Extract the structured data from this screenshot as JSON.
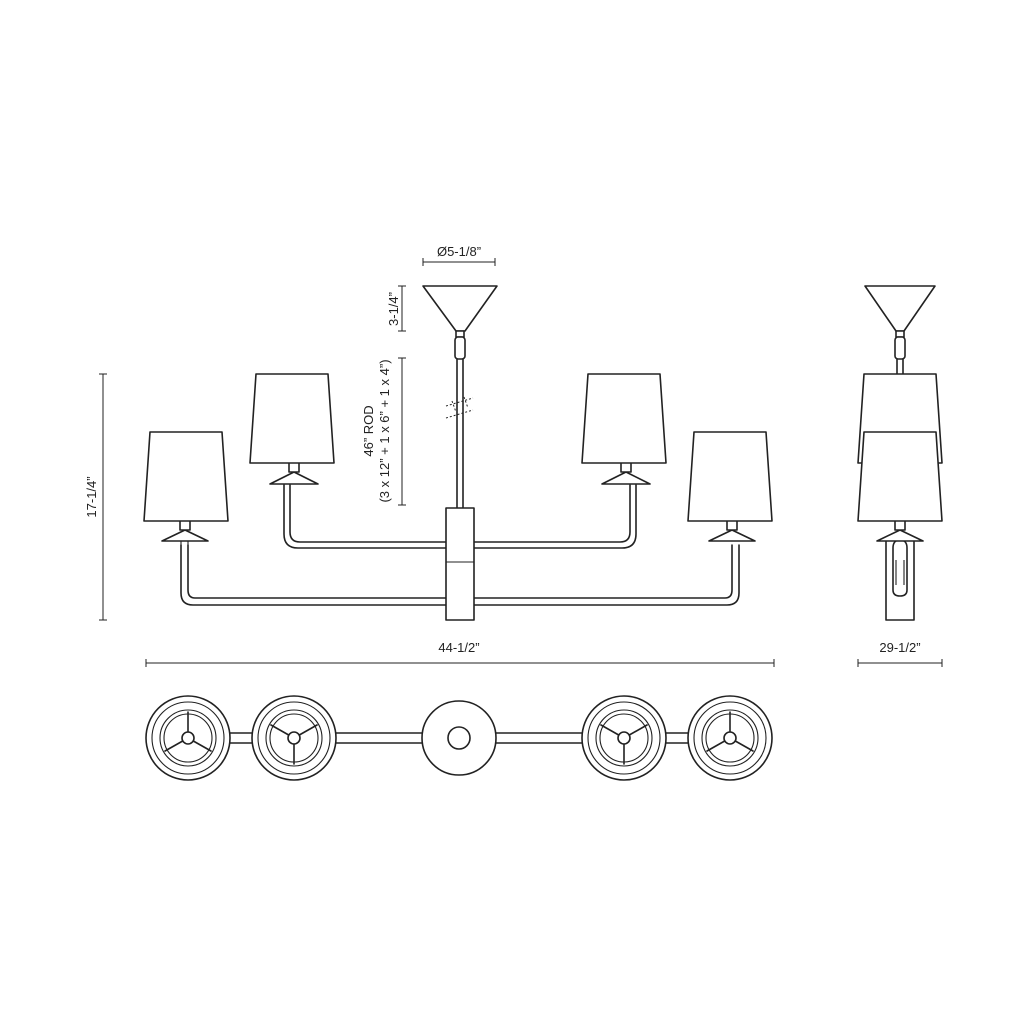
{
  "dimensions": {
    "canopy_diameter": "Ø5-1/8”",
    "canopy_height": "3-1/4”",
    "rod_length": "46” ROD",
    "rod_breakdown": "(3 x 12” + 1 x 6” + 1 x 4”)",
    "overall_height": "17-1/4”",
    "overall_width": "44-1/2”",
    "overall_depth": "29-1/2”"
  },
  "colors": {
    "line": "#222222",
    "background": "#ffffff"
  }
}
